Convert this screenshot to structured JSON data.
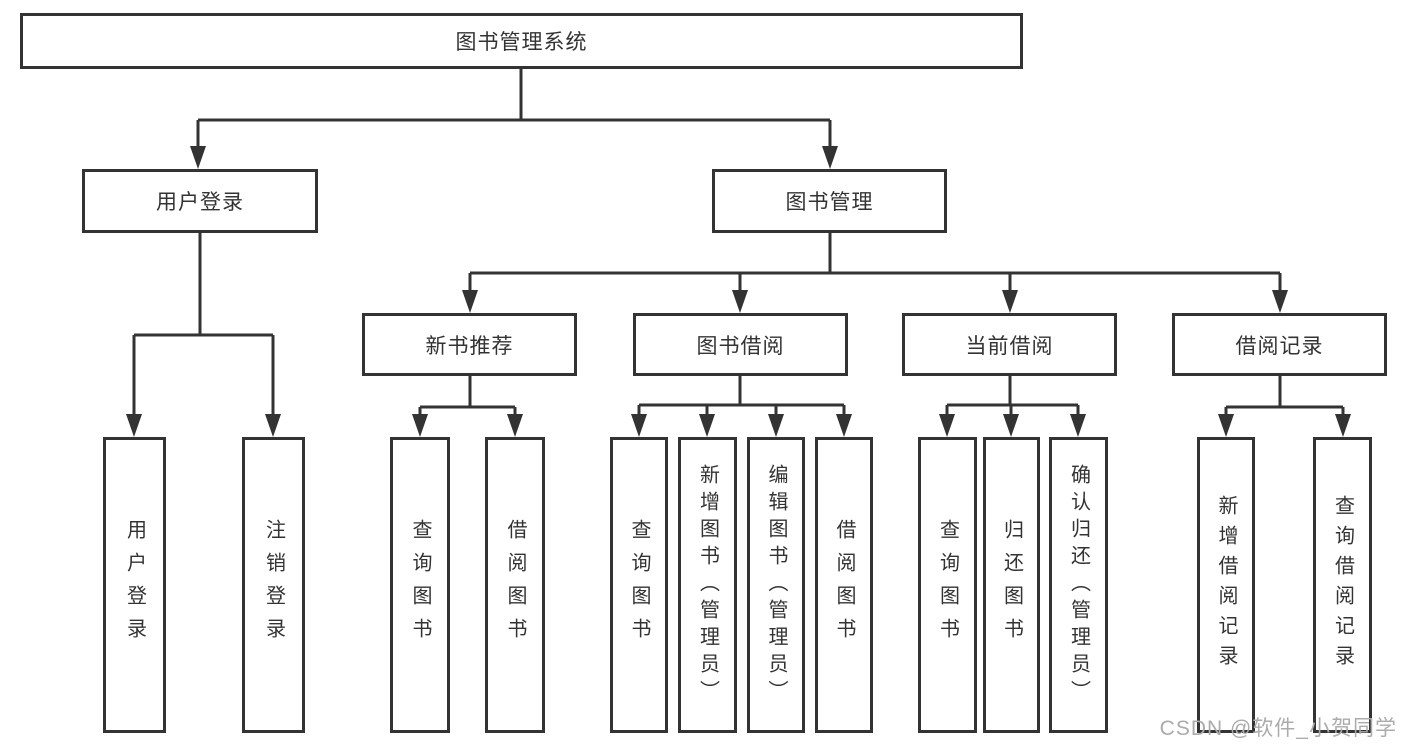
{
  "colors": {
    "line": "#333333",
    "text": "#333333",
    "box_bg": "#ffffff",
    "watermark_color": "#ababab"
  },
  "watermark": "CSDN @软件_小贺同学",
  "tree": {
    "root": "图书管理系统",
    "login": {
      "label": "用户登录",
      "children": [
        "用户登录",
        "注销登录"
      ]
    },
    "management": {
      "label": "图书管理",
      "groups": [
        {
          "label": "新书推荐",
          "children": [
            "查询图书",
            "借阅图书"
          ]
        },
        {
          "label": "图书借阅",
          "children": [
            "查询图书",
            "新增图书（管理员）",
            "编辑图书（管理员）",
            "借阅图书"
          ]
        },
        {
          "label": "当前借阅",
          "children": [
            "查询图书",
            "归还图书",
            "确认归还（管理员）"
          ]
        },
        {
          "label": "借阅记录",
          "children": [
            "新增借阅记录",
            "查询借阅记录"
          ]
        }
      ]
    }
  }
}
